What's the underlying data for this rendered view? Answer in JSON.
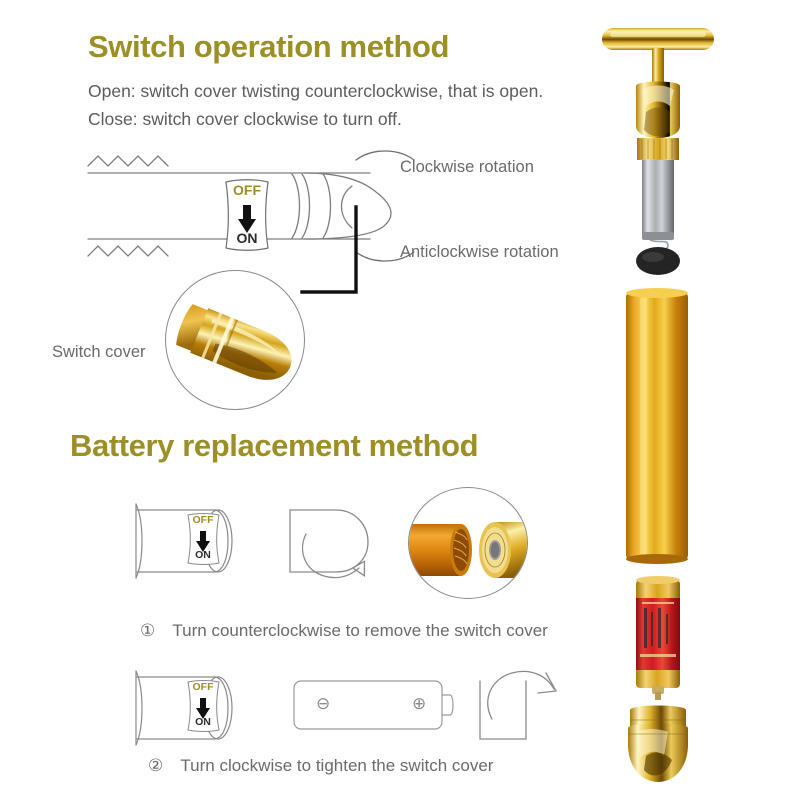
{
  "sections": {
    "switch": {
      "heading": "Switch operation method",
      "line1": "Open: switch cover twisting counterclockwise, that is open.",
      "line2": "Close: switch cover clockwise to turn off.",
      "labels": {
        "clockwise": "Clockwise rotation",
        "anticlockwise": "Anticlockwise rotation",
        "switch_cover": "Switch cover"
      }
    },
    "battery": {
      "heading": "Battery replacement method",
      "steps": [
        {
          "number": "①",
          "text": "Turn counterclockwise to remove the switch cover"
        },
        {
          "number": "②",
          "text": "Turn clockwise to tighten the switch cover"
        }
      ]
    }
  },
  "switch_label": {
    "off": "OFF",
    "on": "ON"
  },
  "battery_symbols": {
    "negative": "⊖",
    "positive": "⊕"
  },
  "colors": {
    "heading": "#9c8f26",
    "body_text": "#5c5c5c",
    "caption": "#6a6a6a",
    "off_label": "#9c8f26",
    "on_label": "#2b2b2b",
    "line_art": "#8a8a8a",
    "gold_light": "#f6e27a",
    "gold_mid": "#d8a81d",
    "gold_dark": "#9c6b08",
    "orange_tube": "#e08a14",
    "battery_red": "#cf1b20",
    "metal_silver": "#b9bcc0",
    "black_tip": "#1e1e1e"
  },
  "product_photo": {
    "parts": [
      "t-bar-head",
      "gold-body-tube",
      "aa-battery",
      "switch-cover-cap"
    ]
  }
}
